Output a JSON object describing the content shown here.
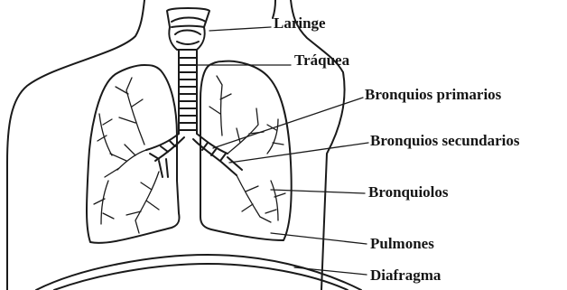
{
  "labels": {
    "laringe": "Laringe",
    "traquea": "Tráquea",
    "bronquios_primarios": "Bronquios primarios",
    "bronquios_secundarios": "Bronquios secundarios",
    "bronquiolos": "Bronquiolos",
    "pulmones": "Pulmones",
    "diafragma": "Diafragma"
  },
  "colors": {
    "ink": "#1a1a1a",
    "background": "#ffffff"
  }
}
